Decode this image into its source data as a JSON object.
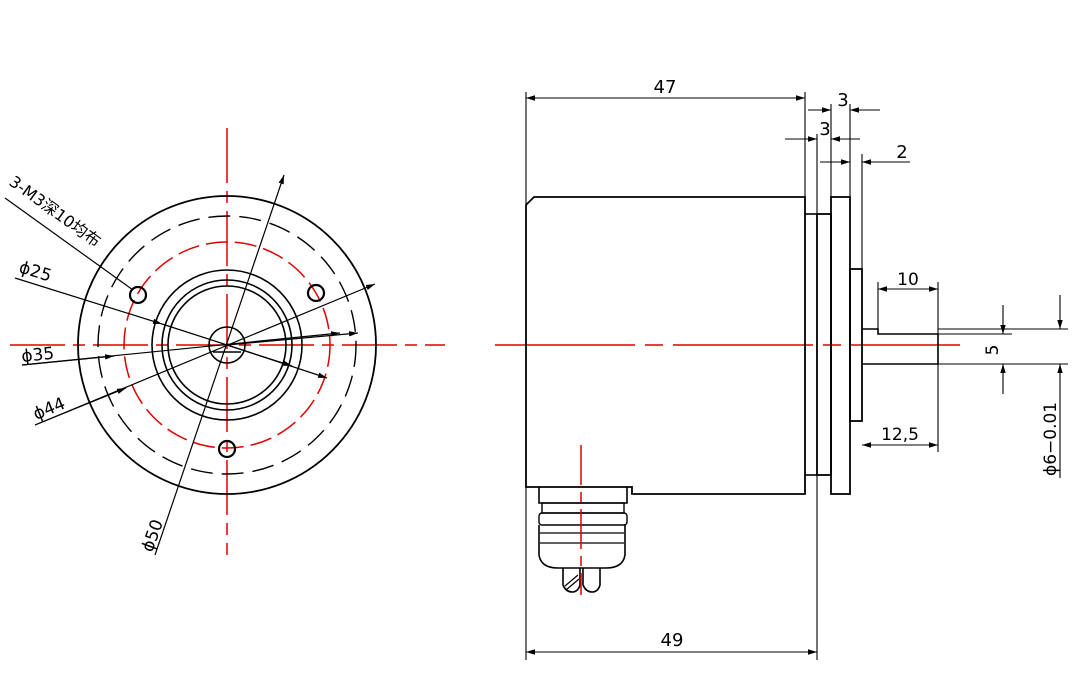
{
  "colors": {
    "line": "#000000",
    "center_line": "#e00000",
    "background": "#ffffff"
  },
  "front_view": {
    "hole_note": "3-M3深10均布",
    "dim_d25": "ϕ25",
    "dim_d35": "ϕ35",
    "dim_d44": "ϕ44",
    "dim_d50": "ϕ50"
  },
  "side_view": {
    "dim_body_length": "47",
    "dim_total_length": "49",
    "dim_flange_3a": "3",
    "dim_flange_3b": "3",
    "dim_boss_2": "2",
    "dim_shaft_10": "10",
    "dim_shaft_12_5": "12,5",
    "dim_flat_5": "5",
    "dim_shaft_dia": "ϕ6−0.01"
  }
}
